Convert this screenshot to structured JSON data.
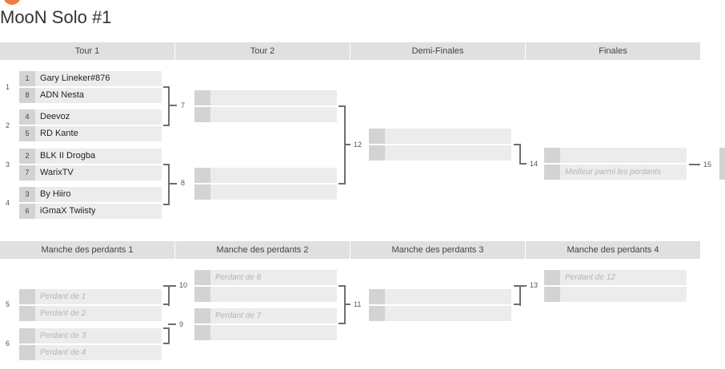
{
  "title": "MooN Solo #1",
  "winners_headers": [
    "Tour 1",
    "Tour 2",
    "Demi-Finales",
    "Finales"
  ],
  "losers_headers": [
    "Manche des perdants 1",
    "Manche des perdants 2",
    "Manche des perdants 3",
    "Manche des perdants 4"
  ],
  "round1": [
    {
      "number": "1",
      "next": "7",
      "players": [
        {
          "seed": "1",
          "name": "Gary Lineker#876"
        },
        {
          "seed": "8",
          "name": "ADN Nesta"
        }
      ]
    },
    {
      "number": "2",
      "next": "7",
      "players": [
        {
          "seed": "4",
          "name": "Deevoz"
        },
        {
          "seed": "5",
          "name": "RD Kante"
        }
      ]
    },
    {
      "number": "3",
      "next": "8",
      "players": [
        {
          "seed": "2",
          "name": "BLK II Drogba"
        },
        {
          "seed": "7",
          "name": "WarixTV"
        }
      ]
    },
    {
      "number": "4",
      "next": "8",
      "players": [
        {
          "seed": "3",
          "name": "By Hiiro"
        },
        {
          "seed": "6",
          "name": "iGmaX Twiisty"
        }
      ]
    }
  ],
  "round2_numbers": [
    "7",
    "8"
  ],
  "semi_number": "12",
  "semi_next": "14",
  "final": {
    "number": "14",
    "next": "15",
    "placeholder": "Meilleur parmi les perdants"
  },
  "losers1": [
    {
      "number": "5",
      "next": "10",
      "placeholders": [
        "Perdant de 1",
        "Perdant de 2"
      ]
    },
    {
      "number": "6",
      "next": "9",
      "placeholders": [
        "Perdant de 3",
        "Perdant de 4"
      ]
    }
  ],
  "losers2": [
    {
      "number": "10",
      "placeholder": "Perdant de 8"
    },
    {
      "number": "9",
      "placeholder": "Perdant de 7"
    }
  ],
  "losers3": {
    "number": "11",
    "next": "13"
  },
  "losers4": {
    "number": "13",
    "placeholder": "Perdant de 12"
  },
  "colors": {
    "header_bg": "#e0e0e0",
    "slot_bg": "#ececec",
    "seed_bg": "#d3d3d3",
    "connector": "#6e6e6e",
    "brand": "#ee7d3f"
  }
}
